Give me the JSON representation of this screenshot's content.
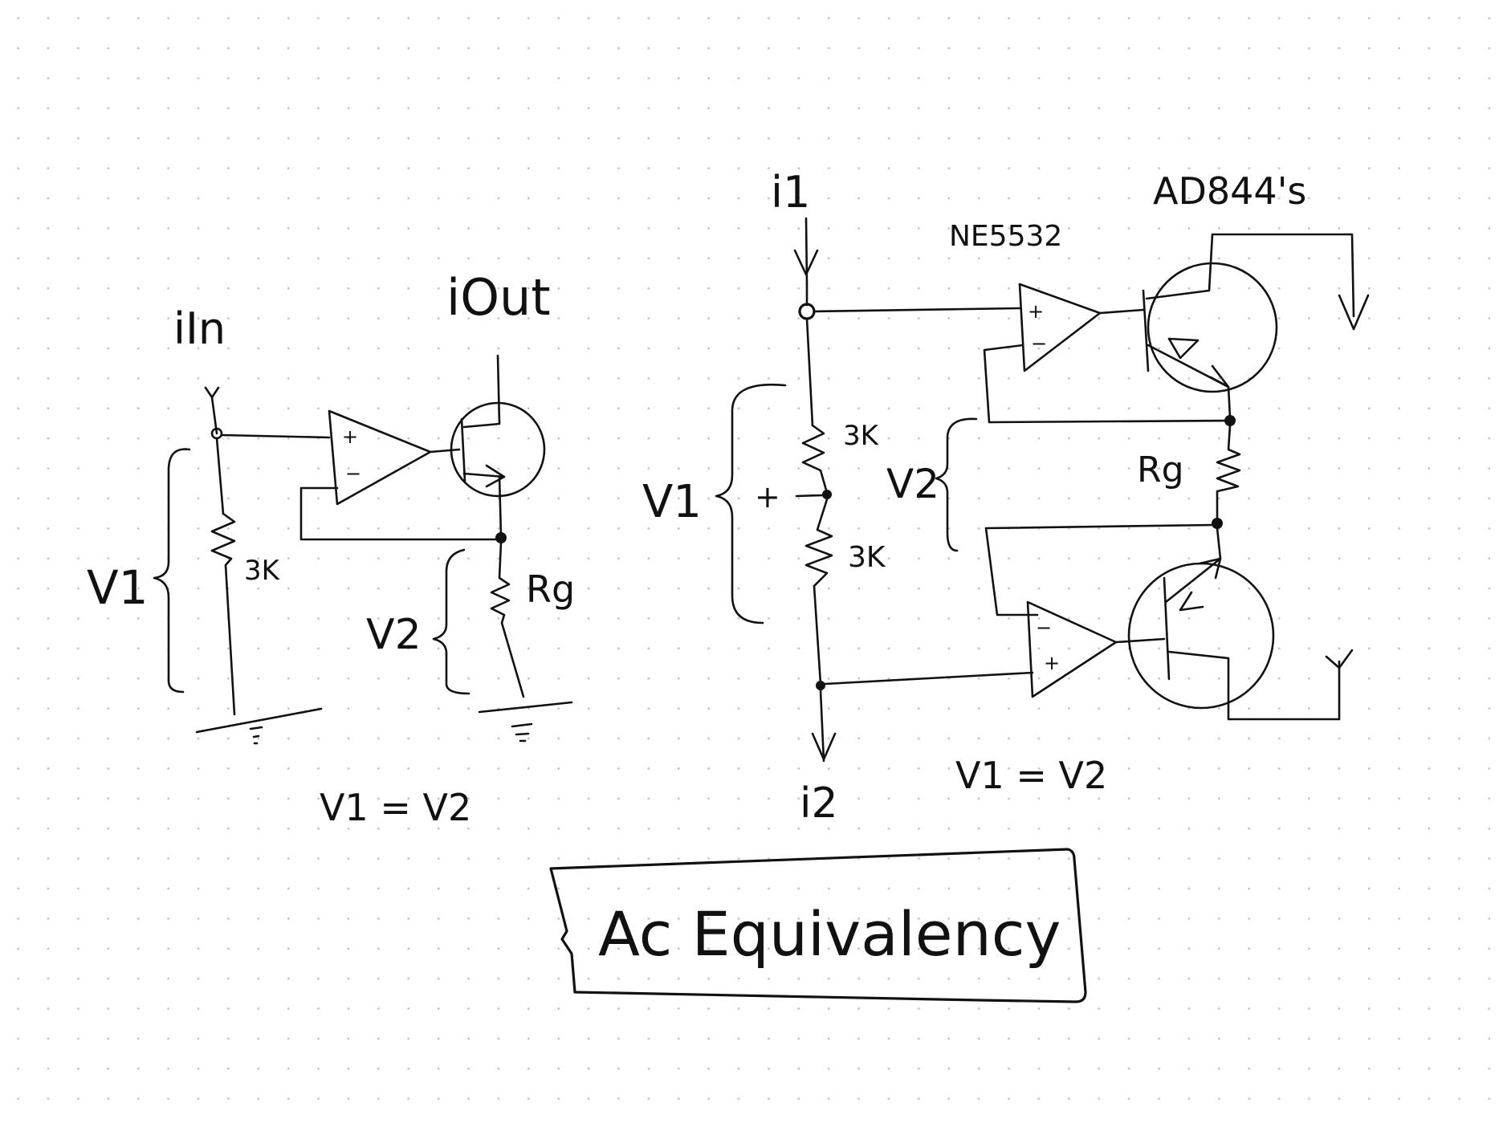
{
  "left_circuit": {
    "input_label": "iIn",
    "output_label": "iOut",
    "resistor_label": "3K",
    "gain_resistor_label": "Rg",
    "v1_label": "V1",
    "v2_label": "V2",
    "opamp_plus": "+",
    "opamp_minus": "−",
    "equation": "V1 = V2"
  },
  "right_circuit": {
    "input_label": "i1",
    "output_label": "i2",
    "opamp_part": "NE5532",
    "transistor_part": "AD844's",
    "resistor_top_label": "3K",
    "resistor_bottom_label": "3K",
    "gain_resistor_label": "Rg",
    "v1_label": "V1",
    "v2_label": "V2",
    "node_plus": "+",
    "top_opamp_plus": "+",
    "top_opamp_minus": "−",
    "bottom_opamp_minus": "−",
    "bottom_opamp_plus": "+",
    "equation": "V1 = V2"
  },
  "title": "Ac Equivalency"
}
